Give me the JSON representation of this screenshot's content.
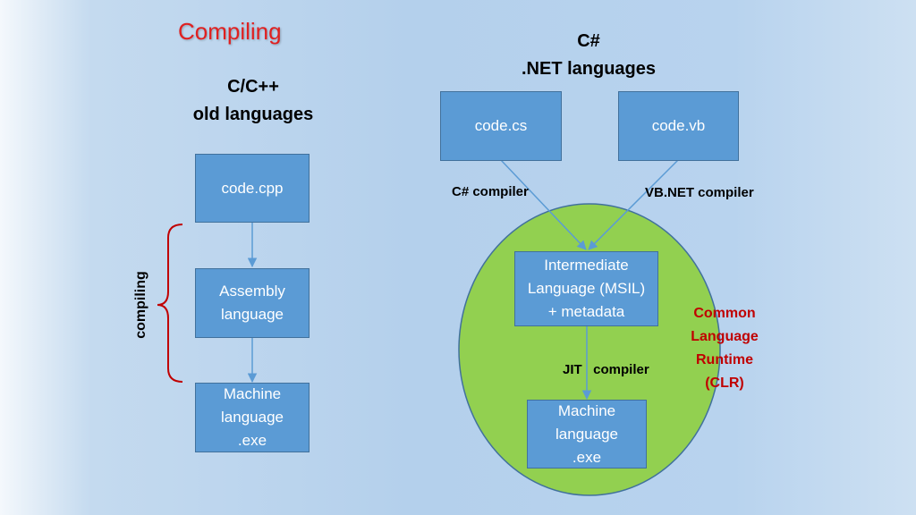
{
  "title": "Compiling",
  "left": {
    "heading_line1": "C/C++",
    "heading_line2": "old languages",
    "box_source": "code.cpp",
    "box_assembly": "Assembly\nlanguage",
    "box_machine": "Machine\nlanguage\n.exe",
    "brace_label": "compiling"
  },
  "right": {
    "heading_line1": "C#",
    "heading_line2": ".NET languages",
    "box_cs": "code.cs",
    "box_vb": "code.vb",
    "label_cs_compiler": "C# compiler",
    "label_vb_compiler": "VB.NET compiler",
    "box_il": "Intermediate\nLanguage (MSIL)\n+  metadata",
    "label_jit": "JIT   compiler",
    "box_machine": "Machine\nlanguage\n.exe",
    "clr_label": "Common\nLanguage\nRuntime\n(CLR)"
  },
  "colors": {
    "box_fill": "#5b9bd5",
    "clr_fill": "#92d050",
    "title": "#e02020",
    "clr_text": "#c00000",
    "brace": "#c00000"
  }
}
